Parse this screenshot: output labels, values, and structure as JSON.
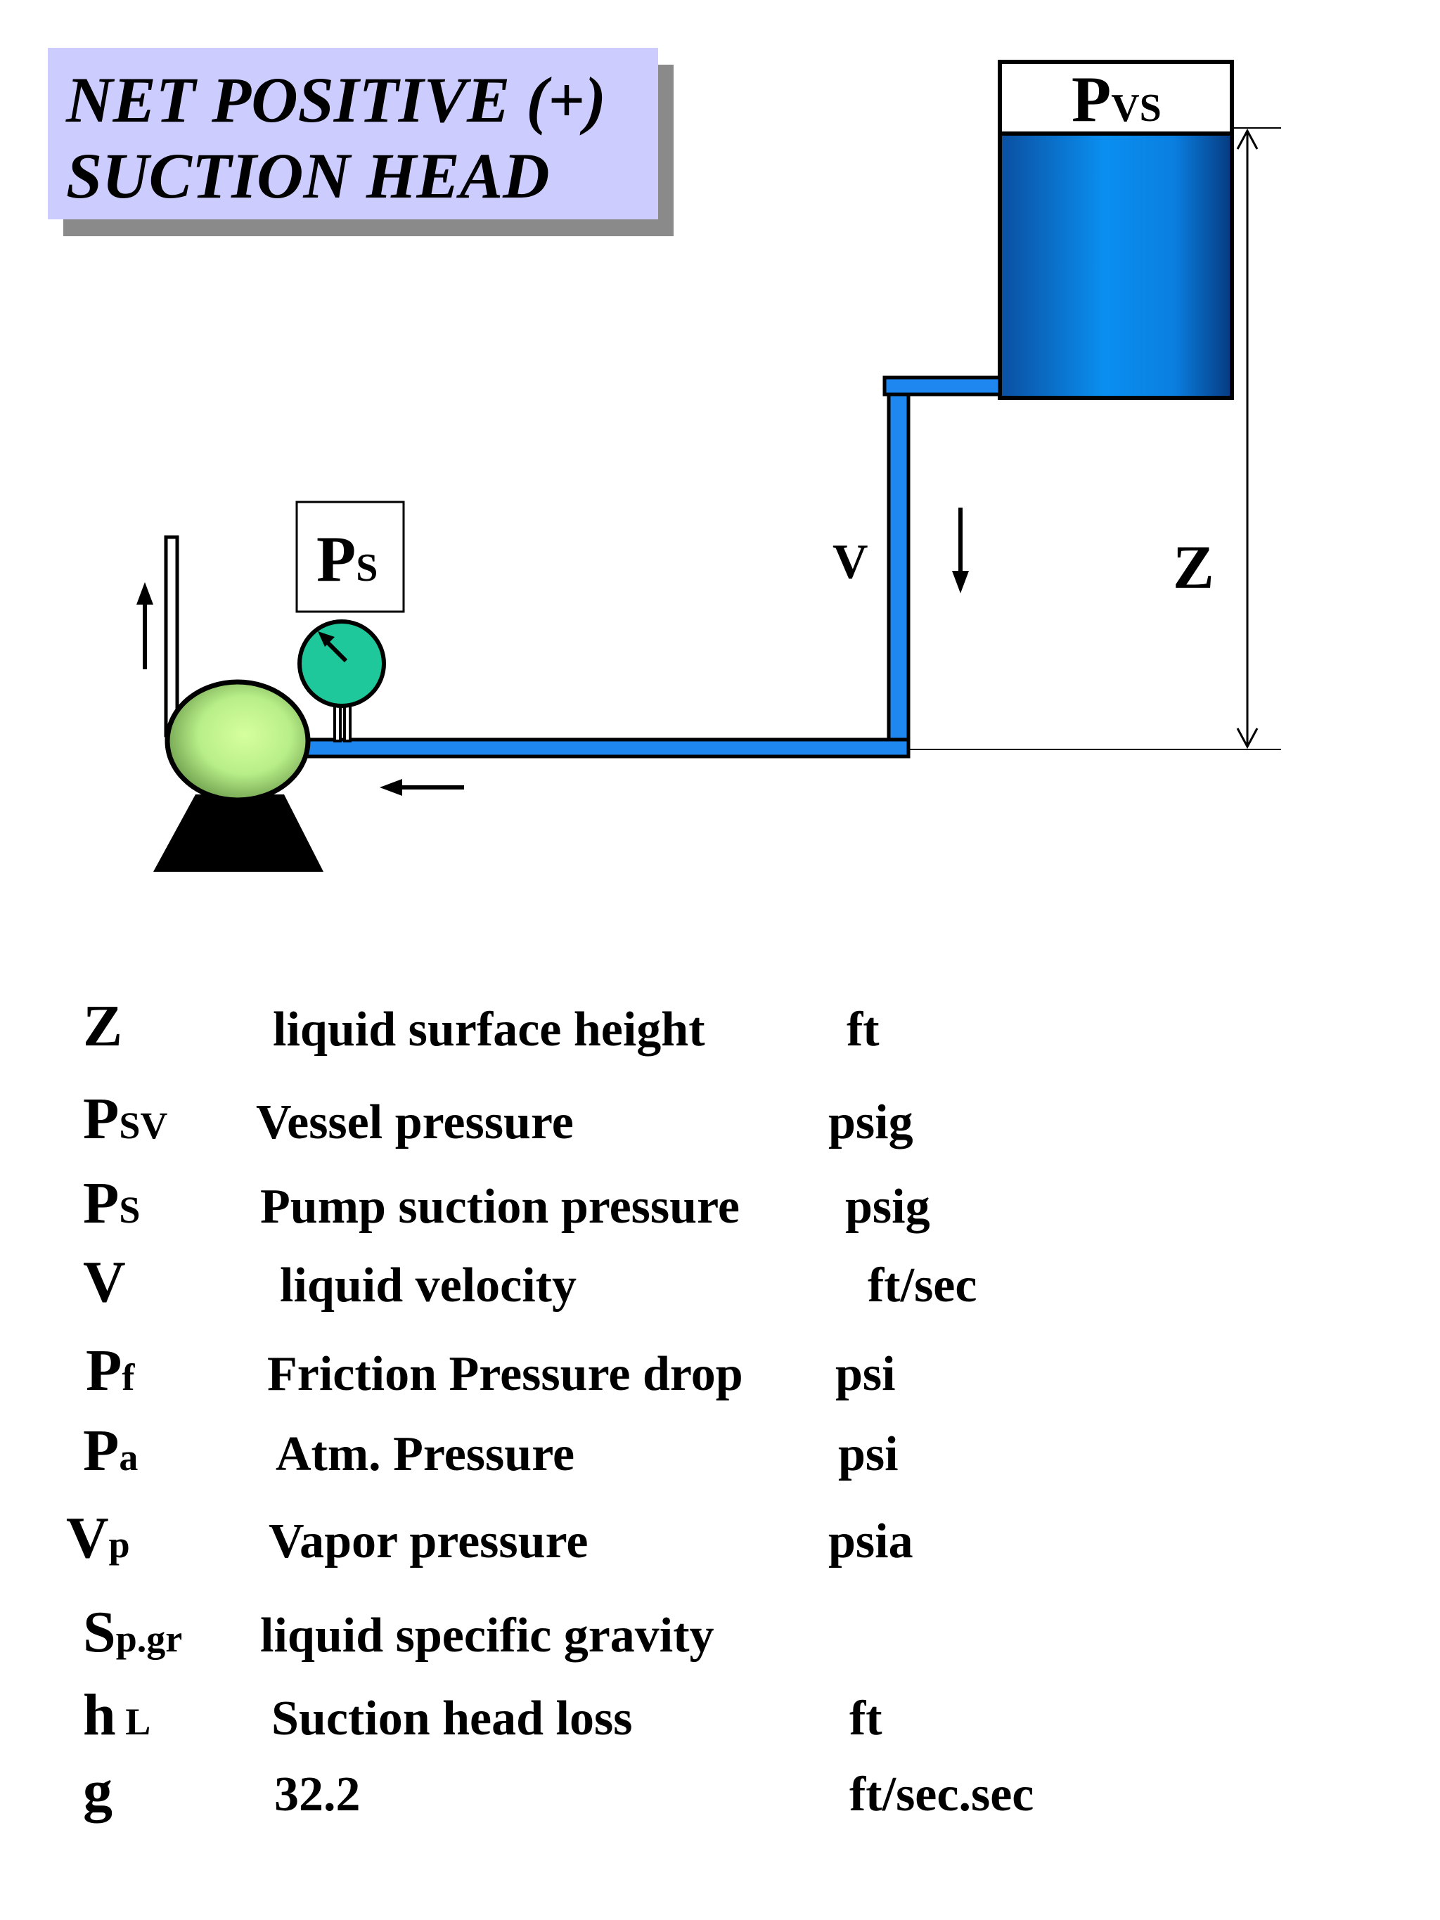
{
  "title": {
    "line1": "NET POSITIVE (+)",
    "line2": "SUCTION HEAD"
  },
  "diagram": {
    "vessel_label_main": "P",
    "vessel_label_sub": "VS",
    "suction_gauge_label_main": "P",
    "suction_gauge_label_sub": "S",
    "velocity_label": "V",
    "height_label": "Z",
    "colors": {
      "pipe": "#1e88f0",
      "vessel_liquid": "#0a7fe8",
      "gauge": "#1ec89a",
      "pump": "#b8f08a",
      "title_bg": "#ccccff"
    }
  },
  "legend": [
    {
      "symbol": "Z",
      "sub": "",
      "description": "liquid surface height",
      "unit": "ft"
    },
    {
      "symbol": "P",
      "sub": "SV",
      "description": "Vessel pressure",
      "unit": "psig"
    },
    {
      "symbol": "P",
      "sub": "S",
      "description": "Pump suction pressure",
      "unit": "psig"
    },
    {
      "symbol": "V",
      "sub": "",
      "description": "liquid velocity",
      "unit": "ft/sec"
    },
    {
      "symbol": "P",
      "sub": "f",
      "description": "Friction Pressure drop",
      "unit": "psi"
    },
    {
      "symbol": "P",
      "sub": "a",
      "description": "Atm. Pressure",
      "unit": "psi"
    },
    {
      "symbol": "V",
      "sub": "p",
      "description": "Vapor pressure",
      "unit": "psia"
    },
    {
      "symbol": "S",
      "sub": "p.gr",
      "description": "liquid specific gravity",
      "unit": ""
    },
    {
      "symbol": "h",
      "sub": " L",
      "description": "Suction head loss",
      "unit": "ft"
    },
    {
      "symbol": "g",
      "sub": "",
      "description": "32.2",
      "unit": "ft/sec.sec"
    }
  ]
}
